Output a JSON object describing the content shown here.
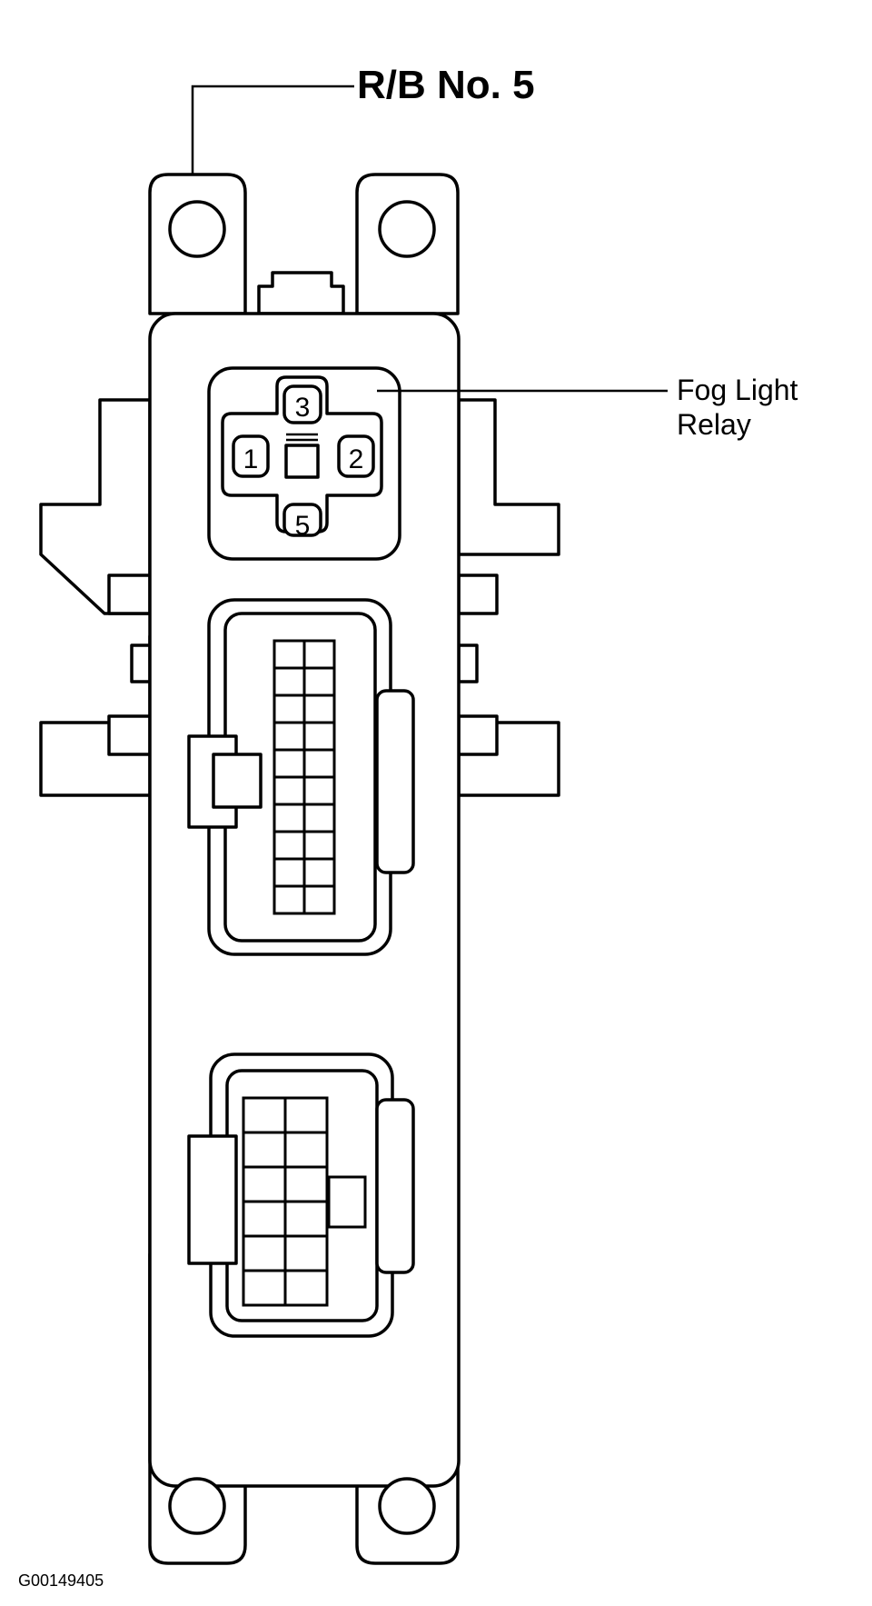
{
  "labels": {
    "relay_block": "R/B No. 5",
    "fog_light_relay_line1": "Fog Light",
    "fog_light_relay_line2": "Relay",
    "figure_id": "G00149405"
  },
  "relay_pins": [
    "1",
    "2",
    "3",
    "5"
  ]
}
